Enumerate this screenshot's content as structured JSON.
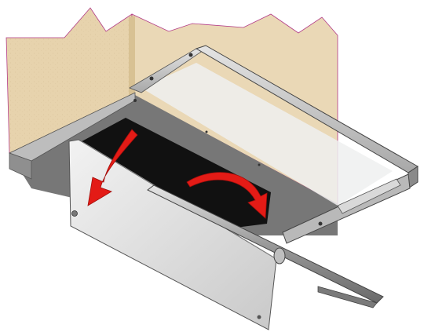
{
  "image": {
    "subject": "range-hood-drawer-panel-installation",
    "background": "#ffffff",
    "colors": {
      "wall": "#e7d3ad",
      "wall_shadow": "#d8c193",
      "cabinet_side": "#c9b48a",
      "metal_light": "#d6d6d6",
      "metal_mid": "#a9a9a9",
      "metal_dark": "#5b5b5b",
      "opening_dark": "#111111",
      "glass": "#eef0f0",
      "arrow_red": "#e31b16",
      "outline": "#333333",
      "wall_edge": "#b23a86"
    },
    "arrows": [
      {
        "name": "swing-down-arrow",
        "icon": "curved-arrow-down"
      },
      {
        "name": "rotate-arrow",
        "icon": "curved-arrow-rotate"
      }
    ]
  }
}
